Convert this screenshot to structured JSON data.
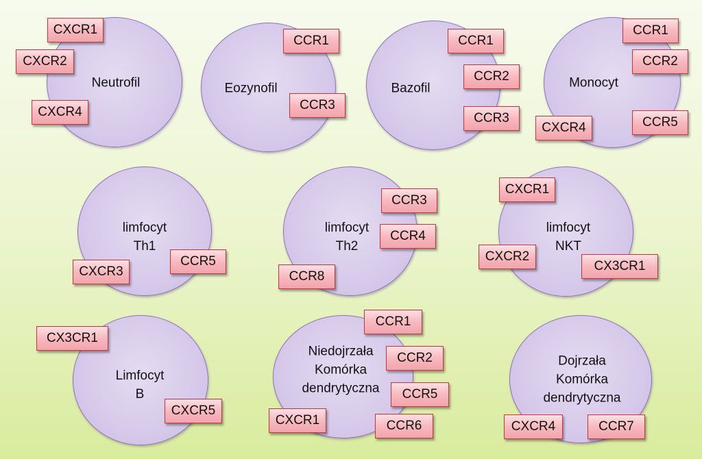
{
  "cells": [
    {
      "label": "Neutrofil",
      "receptors": [
        "CXCR1",
        "CXCR2",
        "CXCR4"
      ]
    },
    {
      "label": "Eozynofil",
      "receptors": [
        "CCR1",
        "CCR3"
      ]
    },
    {
      "label": "Bazofil",
      "receptors": [
        "CCR1",
        "CCR2",
        "CCR3"
      ]
    },
    {
      "label": "Monocyt",
      "receptors": [
        "CCR1",
        "CCR2",
        "CXCR4",
        "CCR5"
      ]
    },
    {
      "label": "limfocyt\nTh1",
      "receptors": [
        "CXCR3",
        "CCR5"
      ]
    },
    {
      "label": "limfocyt\nTh2",
      "receptors": [
        "CCR3",
        "CCR4",
        "CCR8"
      ]
    },
    {
      "label": "limfocyt\nNKT",
      "receptors": [
        "CXCR1",
        "CXCR2",
        "CX3CR1"
      ]
    },
    {
      "label": "Limfocyt\nB",
      "receptors": [
        "CX3CR1",
        "CXCR5"
      ]
    },
    {
      "label": "Niedojrzała\nKomórka\ndendrytyczna",
      "receptors": [
        "CCR1",
        "CCR2",
        "CCR5",
        "CXCR1",
        "CCR6"
      ]
    },
    {
      "label": "Dojrzała\nKomórka\ndendrytyczna",
      "receptors": [
        "CXCR4",
        "CCR7"
      ]
    }
  ]
}
